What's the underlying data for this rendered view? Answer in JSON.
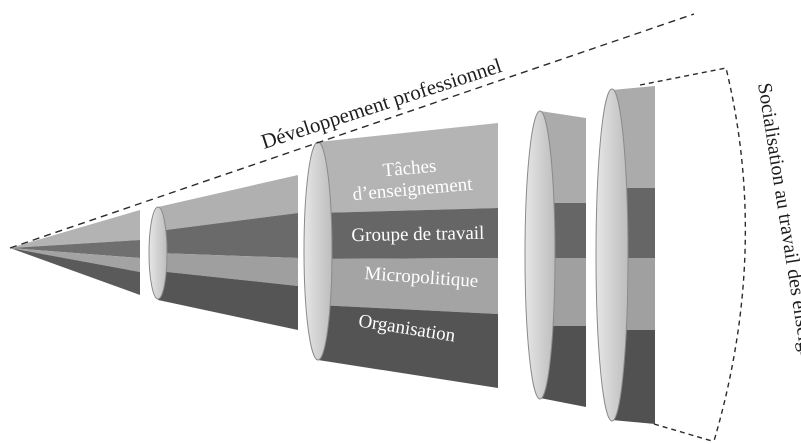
{
  "diagram": {
    "top_label": "Développement professionnel",
    "right_label": "Socialisation au travail des enseignants",
    "layers": [
      "Tâches",
      "d’enseignement",
      "Groupe de travail",
      "Micropolitique",
      "Organisation"
    ]
  }
}
